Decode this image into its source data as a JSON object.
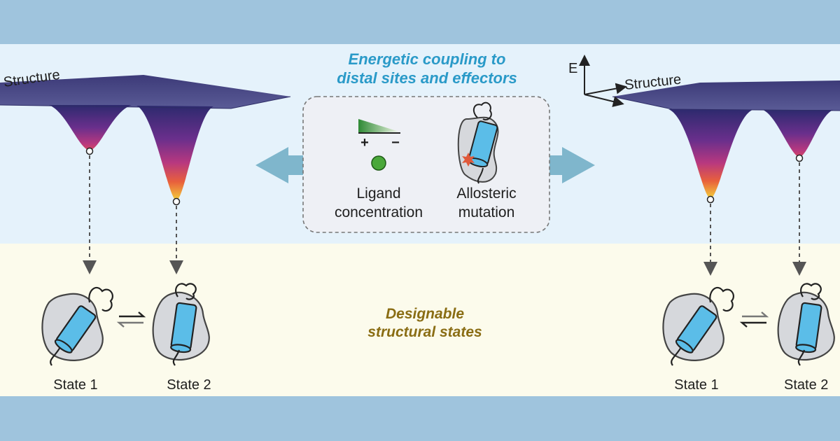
{
  "title": {
    "line1": "Energetic coupling to",
    "line2": "distal sites and effectors"
  },
  "axes": {
    "left_structure": "Structure",
    "right_energy": "E",
    "right_structure": "Structure"
  },
  "effectors": {
    "gradient_plus": "+",
    "gradient_minus": "−",
    "ligand_line1": "Ligand",
    "ligand_line2": "concentration",
    "mutation_line1": "Allosteric",
    "mutation_line2": "mutation"
  },
  "states_caption": {
    "line1": "Designable",
    "line2": "structural states"
  },
  "left_states": [
    "State 1",
    "State 2"
  ],
  "right_states": [
    "State 1",
    "State 2"
  ],
  "colors": {
    "band": "#9fc4dd",
    "upper_panel": "#e5f2fb",
    "lower_panel": "#fcfbec",
    "title_blue": "#2a9ac8",
    "caption_gold": "#8a6d14",
    "helix_blue": "#5bbde8",
    "arrow_blue": "#7fb6cc",
    "ligand_green": "#4aa83a",
    "mutation_red": "#e0593a"
  }
}
